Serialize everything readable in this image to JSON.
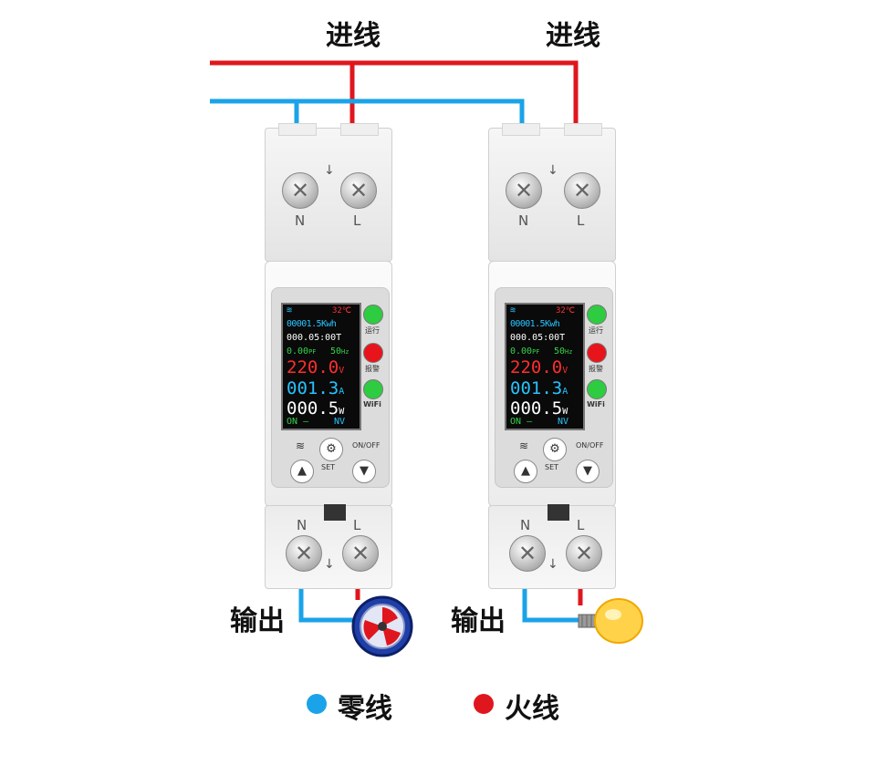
{
  "labels": {
    "input": "进线",
    "output": "输出"
  },
  "legend": {
    "neutral": {
      "label": "零线",
      "color": "#1aa3e8"
    },
    "live": {
      "label": "火线",
      "color": "#e0161e"
    }
  },
  "wire_colors": {
    "neutral": "#1aa3e8",
    "live": "#e0161e"
  },
  "terminals": {
    "neutral": "N",
    "live": "L"
  },
  "display": {
    "temperature": "32℃",
    "energy": "00001.5Kwh",
    "time": "000.05:00T",
    "pf": "0.00",
    "pf_unit": "PF",
    "freq": "50",
    "freq_unit": "Hz",
    "voltage": "220.0",
    "voltage_unit": "V",
    "current": "001.3",
    "current_unit": "A",
    "power": "000.5",
    "power_unit": "W",
    "state": "ON",
    "state_mark": "—",
    "mode": "NV",
    "colors": {
      "temp": "#ff3333",
      "energy": "#27c3ff",
      "time": "#ffffff",
      "pf": "#35d24a",
      "voltage": "#ff2d2d",
      "current": "#27c3ff",
      "power": "#ffffff",
      "state": "#35d24a",
      "mode": "#27c3ff"
    }
  },
  "indicators": [
    {
      "label": "运行",
      "color": "#2ecc40"
    },
    {
      "label": "报警",
      "color": "#e8141c"
    },
    {
      "label": "WiFi",
      "color": "#2ecc40"
    }
  ],
  "buttons": {
    "set_label": "SET",
    "onoff_label": "ON/OFF"
  },
  "devices": [
    {
      "load": "fan"
    },
    {
      "load": "lamp"
    }
  ]
}
